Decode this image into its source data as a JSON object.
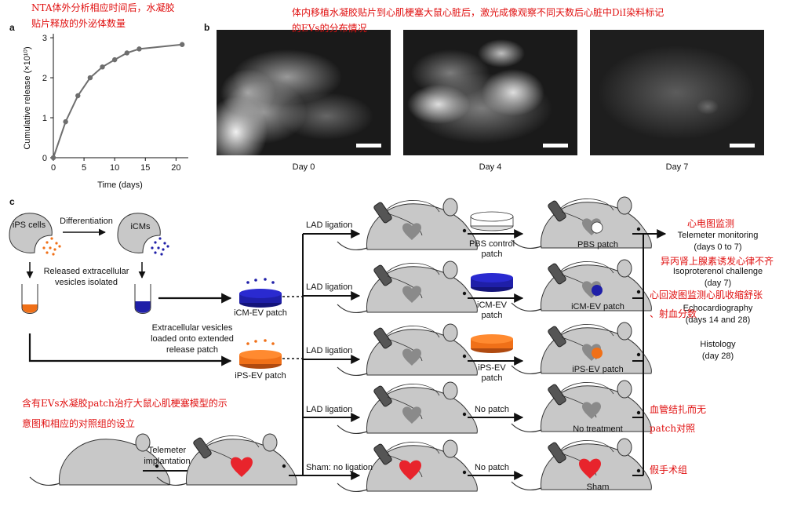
{
  "panels": {
    "a": "a",
    "b": "b",
    "c": "c"
  },
  "annotations": {
    "nta_line1": "NTA体外分析相应时间后，水凝胶",
    "nta_line2": "贴片释放的外泌体数量",
    "invivo_line1": "体内移植水凝胶贴片到心肌梗塞大鼠心脏后，激光成像观察不同天数后心脏中DiI染料标记",
    "invivo_line2": "的EVs的分布情况",
    "ecg": "心电图监测",
    "iso_cn": "异丙肾上腺素诱发心律不齐",
    "echo_cn1": "心回波图监测心肌收缩舒张",
    "echo_cn2": "、射血分数",
    "schematic_cn1": "含有EVs水凝胶patch治疗大鼠心肌梗塞模型的示",
    "schematic_cn2": "意图和相应的对照组的设立",
    "nopatch_cn1": "血管结扎而无",
    "nopatch_cn2": "patch对照",
    "sham_cn": "假手术组"
  },
  "chart_data": {
    "type": "line",
    "title": "",
    "xlabel": "Time (days)",
    "ylabel": "Cumulative release (×10¹⁰)",
    "x_ticks": [
      0,
      5,
      10,
      15,
      20
    ],
    "y_ticks": [
      0,
      1,
      2,
      3
    ],
    "xlim": [
      0,
      22
    ],
    "ylim": [
      0,
      3.1
    ],
    "grid": false,
    "series": [
      {
        "x": [
          0,
          2,
          4,
          6,
          8,
          10,
          12,
          14,
          21
        ],
        "values": [
          0,
          0.9,
          1.55,
          2.0,
          2.27,
          2.45,
          2.62,
          2.72,
          2.83
        ]
      }
    ]
  },
  "panel_b": {
    "labels": [
      "Day 0",
      "Day 4",
      "Day 7"
    ]
  },
  "schematic": {
    "ips_cells": "iPS cells",
    "differentiation": "Differentiation",
    "icms": "iCMs",
    "released_line1": "Released extracellular",
    "released_line2": "vesicles isolated",
    "loaded_line1": "Extracellular vesicles",
    "loaded_line2": "loaded onto extended",
    "loaded_line3": "release patch",
    "icm_ev_patch": "iCM-EV patch",
    "ips_ev_patch": "iPS-EV patch",
    "telemeter_line1": "Telemeter",
    "telemeter_line2": "implantation",
    "lad_ligation": "LAD ligation",
    "sham_no_ligation": "Sham: no ligation",
    "pbs_control_line1": "PBS control",
    "pbs_control_line2": "patch",
    "icm_ev_line1": "iCM-EV",
    "icm_ev_line2": "patch",
    "ips_ev_line1": "iPS-EV",
    "ips_ev_line2": "patch",
    "no_patch": "No patch",
    "pbs_patch": "PBS patch",
    "icm_ev_patch_result": "iCM-EV patch",
    "ips_ev_patch_result": "iPS-EV patch",
    "no_treatment": "No treatment",
    "sham": "Sham",
    "telemeter_monitoring": "Telemeter monitoring",
    "days_0_7": "(days 0 to 7)",
    "isoproterenol": "Isoproterenol challenge",
    "day_7": "(day 7)",
    "echocardiography": "Echocardiography",
    "days_14_28": "(days 14 and 28)",
    "histology": "Histology",
    "day_28": "(day 28)"
  },
  "colors": {
    "red": "#e01010",
    "blue": "#1f1fa8",
    "orange": "#f07018",
    "heart": "#e8242c",
    "gray": "#c8c8c8"
  }
}
